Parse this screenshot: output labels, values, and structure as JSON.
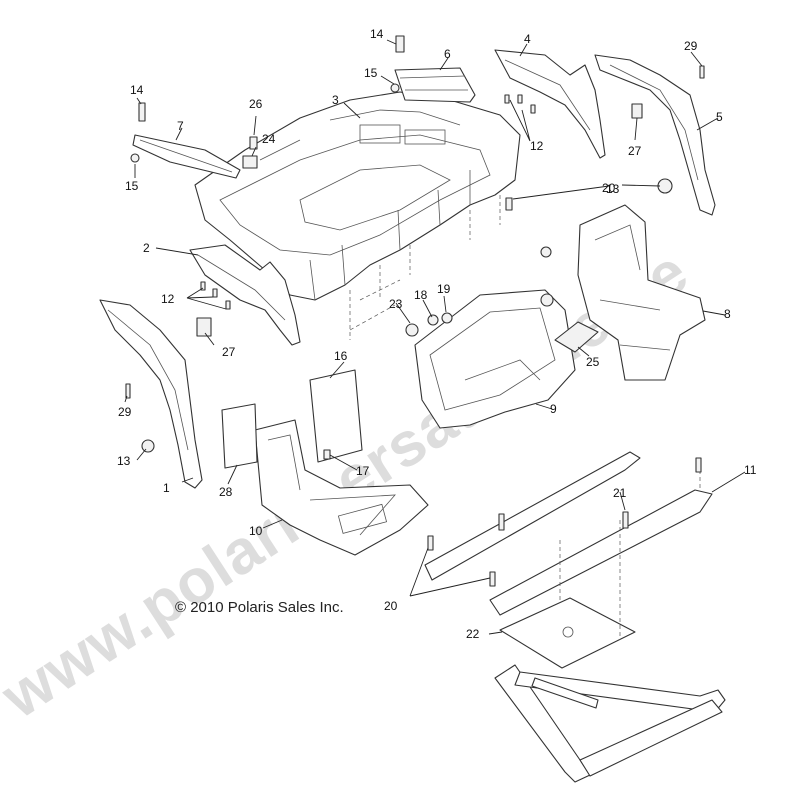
{
  "copyright": "© 2010 Polaris Sales Inc.",
  "watermark": "www.polaris-ersatzteile.de",
  "callouts": {
    "c1": "1",
    "c2": "2",
    "c3": "3",
    "c4": "4",
    "c5": "5",
    "c6": "6",
    "c7": "7",
    "c8": "8",
    "c9": "9",
    "c10": "10",
    "c11": "11",
    "c12a": "12",
    "c12b": "12",
    "c13a": "13",
    "c13b": "13",
    "c14a": "14",
    "c14b": "14",
    "c15a": "15",
    "c15b": "15",
    "c16": "16",
    "c17": "17",
    "c18": "18",
    "c19": "19",
    "c20a": "20",
    "c20b": "20",
    "c21": "21",
    "c22": "22",
    "c23": "23",
    "c24": "24",
    "c25": "25",
    "c26": "26",
    "c27a": "27",
    "c27b": "27",
    "c28": "28",
    "c29a": "29",
    "c29b": "29"
  }
}
